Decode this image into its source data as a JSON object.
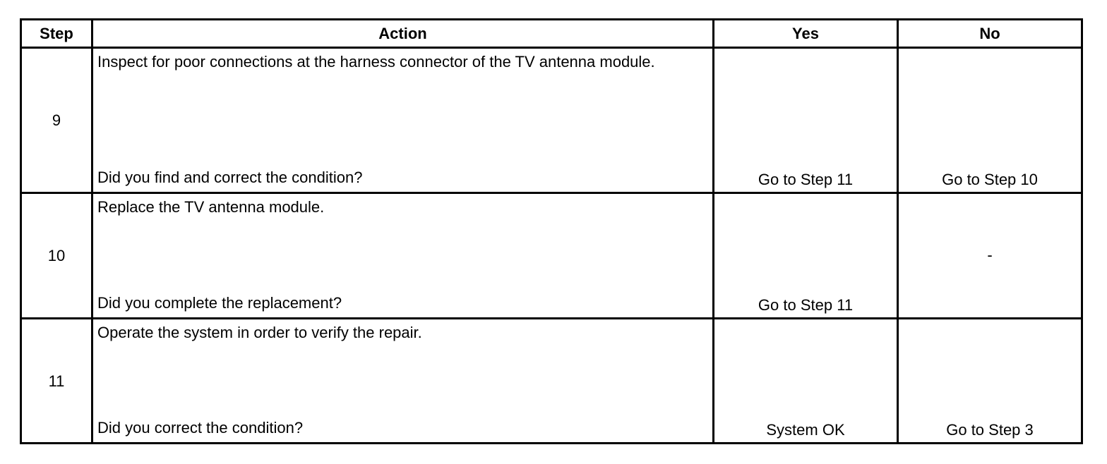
{
  "headers": {
    "step": "Step",
    "action": "Action",
    "yes": "Yes",
    "no": "No"
  },
  "rows": [
    {
      "step": "9",
      "action": "Inspect for poor connections at the harness connector of the TV antenna module.",
      "question": "Did you find and correct the condition?",
      "yes": "Go to Step 11",
      "no": "Go to Step 10"
    },
    {
      "step": "10",
      "action": "Replace the TV antenna module.",
      "question": "Did you complete the replacement?",
      "yes": "Go to Step 11",
      "no": "-"
    },
    {
      "step": "11",
      "action": "Operate the system in order to verify the repair.",
      "question": "Did you correct the condition?",
      "yes": "System OK",
      "no": "Go to Step 3"
    }
  ]
}
